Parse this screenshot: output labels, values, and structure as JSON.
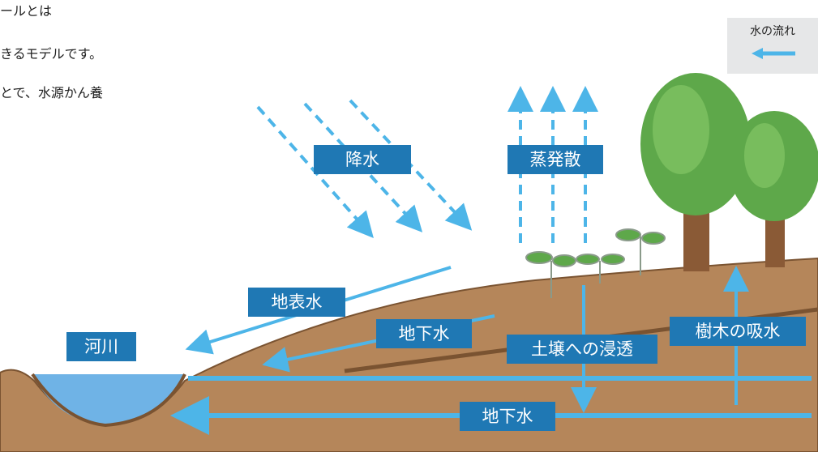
{
  "intro": {
    "line1": "ールとは",
    "line2": "きるモデルです。",
    "line3": "とで、水源かん養"
  },
  "legend": {
    "title": "水の流れ",
    "arrow_icon": "left-arrow-icon"
  },
  "labels": {
    "precipitation": "降水",
    "evapotranspiration": "蒸発散",
    "surface_water": "地表水",
    "groundwater_upper": "地下水",
    "river": "河川",
    "soil_infiltration": "土壌への浸透",
    "tree_absorption": "樹木の吸水",
    "groundwater_lower": "地下水"
  },
  "colors": {
    "flow_arrow": "#4db5e8",
    "label_bg": "#1f78b4",
    "soil": "#b5865a",
    "soil_stroke": "#7a5331",
    "river_water": "#6fb3e6",
    "legend_bg": "#e6e7e8",
    "tree_foliage": "#5ea84a",
    "tree_trunk": "#8a5a36"
  }
}
